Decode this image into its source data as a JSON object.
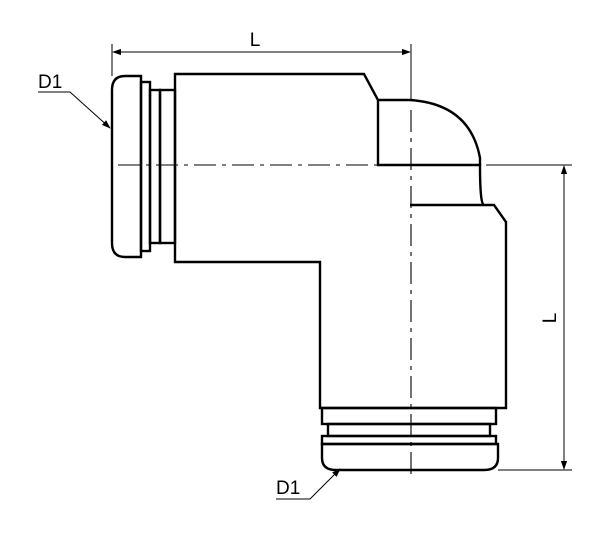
{
  "drawing": {
    "labels": {
      "top_length": "L",
      "right_length": "L",
      "diameter_top": "D1",
      "diameter_bottom": "D1"
    },
    "line_color": "#000000",
    "background": "#ffffff"
  }
}
